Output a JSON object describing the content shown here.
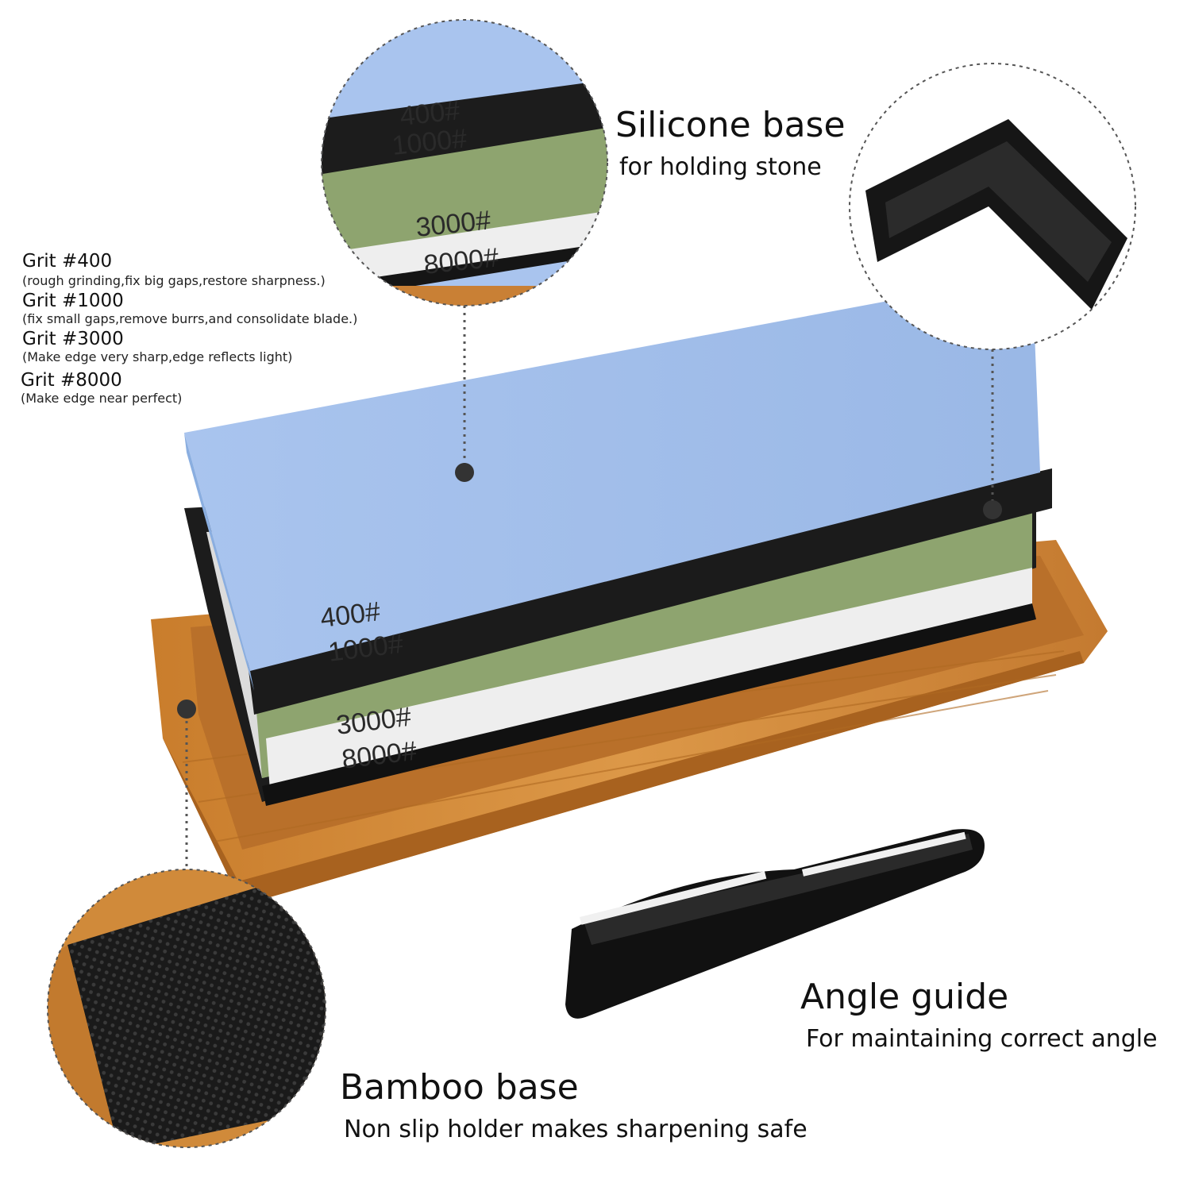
{
  "grits": [
    {
      "title": "Grit #400",
      "desc": "(rough grinding,fix big gaps,restore sharpness.)"
    },
    {
      "title": "Grit #1000",
      "desc": "(fix small gaps,remove burrs,and consolidate blade.)"
    },
    {
      "title": "Grit #3000",
      "desc": "(Make edge very sharp,edge reflects light)"
    },
    {
      "title": "Grit #8000",
      "desc": "(Make edge near perfect)"
    }
  ],
  "silicone": {
    "title": "Silicone base",
    "subtitle": "for holding stone"
  },
  "angle": {
    "title": "Angle guide",
    "subtitle": "For maintaining correct angle"
  },
  "bamboo": {
    "title": "Bamboo base",
    "subtitle": "Non slip holder makes sharpening safe"
  },
  "stone_labels": {
    "top_a": "400#",
    "top_b": "1000#",
    "bottom_a": "3000#",
    "bottom_b": "8000#"
  },
  "colors": {
    "blue_stone": "#a9c6ee",
    "green_stone": "#8ea46f",
    "white_stone": "#eeeeee",
    "silicone": "#1b1b1b",
    "bamboo": "#d08a3a"
  }
}
